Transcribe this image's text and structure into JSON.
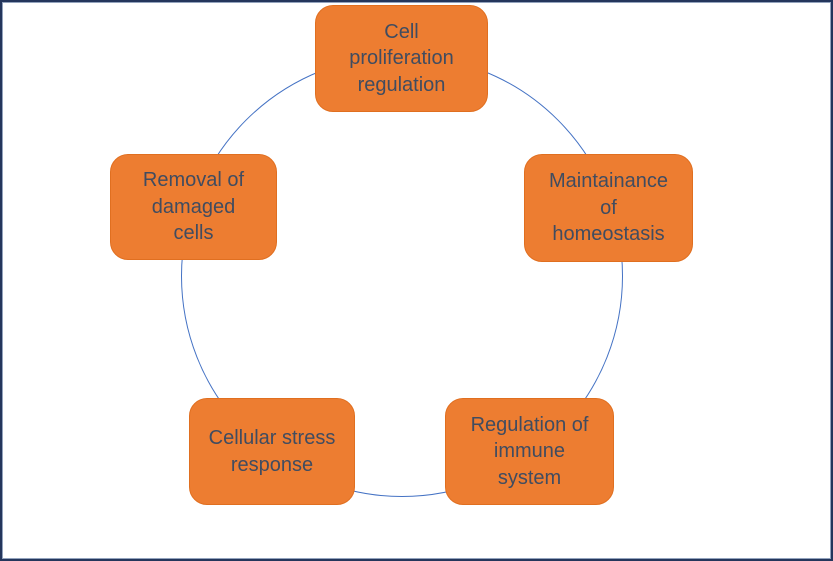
{
  "diagram": {
    "type": "cycle",
    "description": "Five-node cycle diagram of apoptosis functions arranged on a circle",
    "colors": {
      "node_fill": "#ED7D31",
      "node_text": "#404C60",
      "circle_stroke": "#4472C4",
      "page_border": "#24365C"
    },
    "nodes": [
      {
        "id": "cell-proliferation-regulation",
        "position": "top",
        "label": "Cell\nproliferation\nregulation"
      },
      {
        "id": "maintainance-of-homeostasis",
        "position": "upper-right",
        "label": "Maintainance\nof\nhomeostasis"
      },
      {
        "id": "regulation-of-immune-system",
        "position": "lower-right",
        "label": "Regulation of\nimmune\nsystem"
      },
      {
        "id": "cellular-stress-response",
        "position": "lower-left",
        "label": "Cellular stress\nresponse"
      },
      {
        "id": "removal-of-damaged-cells",
        "position": "upper-left",
        "label": "Removal of\ndamaged\ncells"
      }
    ]
  }
}
